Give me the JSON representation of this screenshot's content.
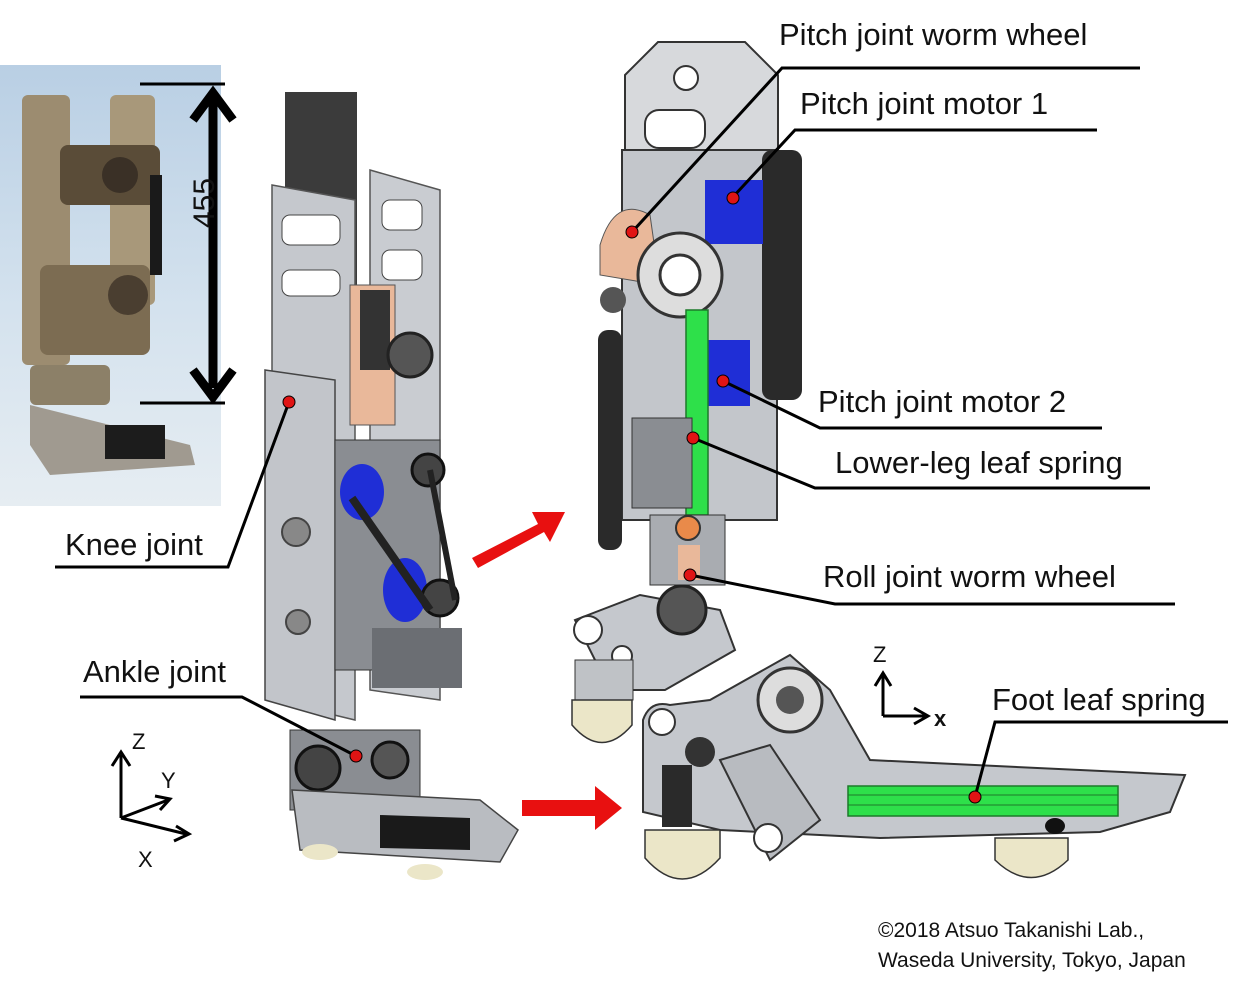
{
  "labels": {
    "pitch_worm": "Pitch joint worm wheel",
    "pitch_motor1": "Pitch joint motor 1",
    "pitch_motor2": "Pitch joint motor 2",
    "lower_leg_spring": "Lower-leg leaf spring",
    "roll_worm": "Roll joint worm wheel",
    "foot_spring": "Foot leaf spring",
    "knee": "Knee joint",
    "ankle": "Ankle joint"
  },
  "dimension": "455",
  "axes_left": {
    "z": "Z",
    "y": "Y",
    "x": "X"
  },
  "axes_right": {
    "z": "Z",
    "x": "x"
  },
  "copyright": {
    "line1": "©2018 Atsuo Takanishi Lab.,",
    "line2": "Waseda University, Tokyo, Japan"
  },
  "colors": {
    "motor": "#1f2ed6",
    "spring": "#2ee04a",
    "marker": "#e01414",
    "arrow": "#e81010",
    "plate": "#c4c7cc",
    "copper": "#e9b89a"
  }
}
